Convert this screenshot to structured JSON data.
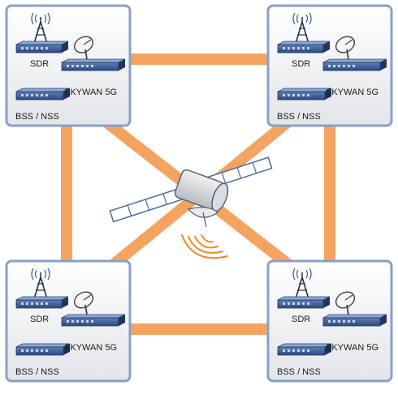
{
  "colors": {
    "link": "#f4a460",
    "panel_border": "#8aa0c8",
    "panel_fill_top": "#ffffff",
    "panel_fill_bottom": "#e3e5ea",
    "device_blue": "#3a5c94",
    "device_dark": "#2a4372",
    "signal_orange": "#f08a24"
  },
  "nodes": [
    {
      "id": "top-left",
      "labels": {
        "sdr": "SDR",
        "skywan": "SKYWAN 5G",
        "bss": "BSS / NSS"
      }
    },
    {
      "id": "top-right",
      "labels": {
        "sdr": "SDR",
        "skywan": "SKYWAN 5G",
        "bss": "BSS / NSS"
      }
    },
    {
      "id": "bottom-left",
      "labels": {
        "sdr": "SDR",
        "skywan": "SKYWAN 5G",
        "bss": "BSS / NSS"
      }
    },
    {
      "id": "bottom-right",
      "labels": {
        "sdr": "SDR",
        "skywan": "SKYWAN 5G",
        "bss": "BSS / NSS"
      }
    }
  ],
  "icons": {
    "antenna": "radio-tower-icon",
    "dish": "satellite-dish-icon",
    "router": "rack-router-icon",
    "satellite": "satellite-icon"
  }
}
